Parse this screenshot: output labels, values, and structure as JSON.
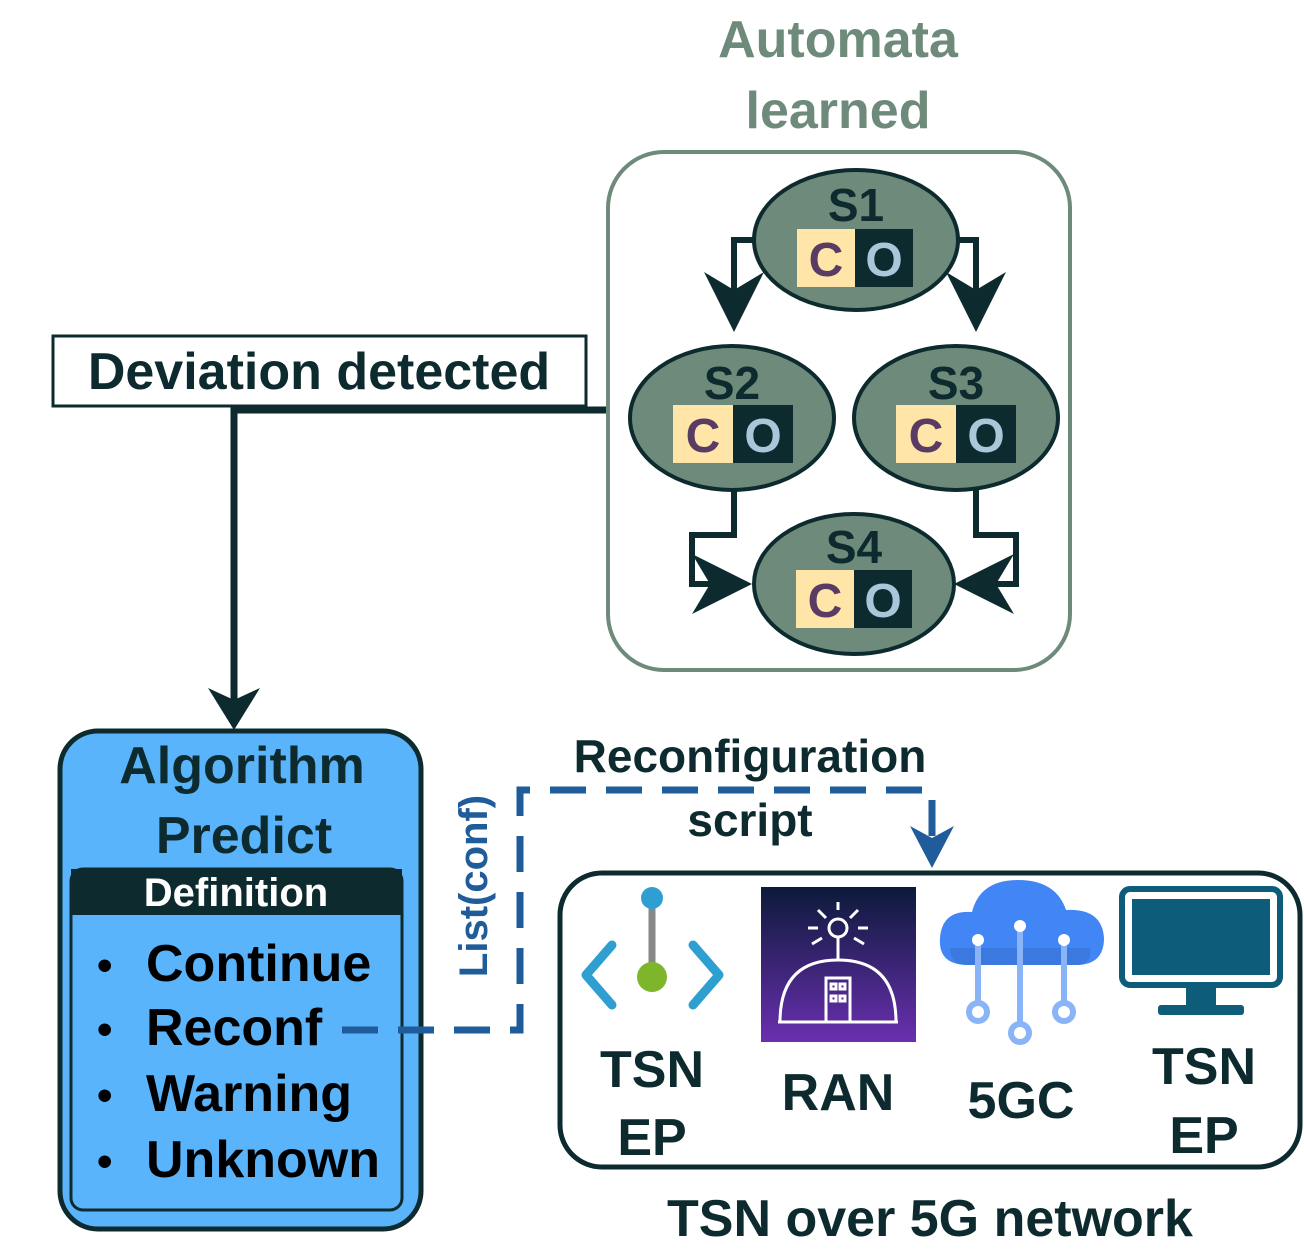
{
  "automata": {
    "title_line1": "Automata",
    "title_line2": "learned",
    "states": [
      {
        "label": "S1",
        "c": "C",
        "o": "O"
      },
      {
        "label": "S2",
        "c": "C",
        "o": "O"
      },
      {
        "label": "S3",
        "c": "C",
        "o": "O"
      },
      {
        "label": "S4",
        "c": "C",
        "o": "O"
      }
    ]
  },
  "deviation_label": "Deviation detected",
  "algorithm": {
    "title_line1": "Algorithm",
    "title_line2": "Predict",
    "definition_header": "Definition",
    "items": [
      "Continue",
      "Reconf",
      "Warning",
      "Unknown"
    ],
    "bullet": "•"
  },
  "list_conf_label": "List(conf)",
  "reconfig": {
    "line1": "Reconfiguration",
    "line2": "script"
  },
  "network": {
    "caption": "TSN over 5G network",
    "nodes": [
      {
        "line1": "TSN",
        "line2": "EP",
        "icon": "tsn-endpoint-icon"
      },
      {
        "line1": "RAN",
        "line2": "",
        "icon": "ran-icon"
      },
      {
        "line1": "5GC",
        "line2": "",
        "icon": "cloud-core-icon"
      },
      {
        "line1": "TSN",
        "line2": "EP",
        "icon": "monitor-icon"
      }
    ]
  },
  "colors": {
    "dark": "#0d2b2e",
    "automata_gray": "#6e8a7a",
    "state_fill": "#6e8a7a",
    "c_box": "#ffe6a8",
    "c_text": "#5a3b63",
    "o_box": "#0d2b2e",
    "o_text": "#a9c7d9",
    "algo_fill": "#5ab4fb",
    "dashed_blue": "#1f5c99",
    "azure_blue": "#2f9fd1",
    "ran_purple": "#6a2fb0",
    "cloud_blue": "#4285f4"
  }
}
